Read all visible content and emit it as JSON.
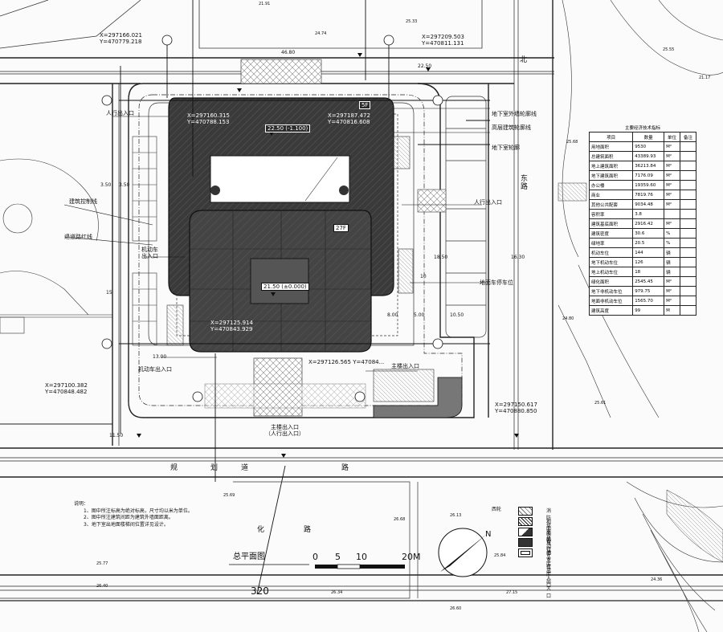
{
  "drawing": {
    "building_markers": {
      "levels_top": "5F",
      "levels_tower": "27F",
      "elevation_top": "22.50 (-1.100)",
      "elevation_main": "21.50 (±0.000)"
    },
    "coordinates": [
      "X=297166.021\nY=470779.218",
      "X=297209.503\nY=470811.131",
      "X=297160.315\nY=470788.153",
      "X=297187.472\nY=470816.608",
      "X=297125.914\nY=470843.929",
      "X=297100.382\nY=470848.482",
      "X=297150.617\nY=470880.850",
      "X=297126.565\nY=47084..."
    ],
    "callouts": {
      "underground_line": "地下室外墙轮廓线",
      "tower_line": "高层建筑轮廓线",
      "basement_line": "地下室轮廓",
      "building_line": "建筑控制线",
      "setback_line": "退道路红线",
      "ped_entry": "人行出入口",
      "motor_entry": "机动车出入口",
      "vehicle_entry": "机动车出入口",
      "main_entry": "主楼出入口\n（人行出入口）",
      "ground_parking": "地面车停车位",
      "ped_entry_right": "人行出入口",
      "motor_entry_left": "机动车\n出入口",
      "ramp_entry": "主楼出入口"
    },
    "dimensions": [
      "46.80",
      "3.50",
      "3.50",
      "18.50",
      "16.30",
      "8.00",
      "5.00",
      "10.50",
      "13.00",
      "15",
      "10",
      "11.50",
      "22.50"
    ],
    "spot_levels": [
      "21.91",
      "25.33",
      "24.74",
      "21.17",
      "25.55",
      "25.68",
      "24.80",
      "25.61",
      "26.68",
      "26.13",
      "26.34",
      "26.40",
      "25.69",
      "27.15",
      "26.60",
      "25.77",
      "25.84",
      "24.36"
    ],
    "road_labels": {
      "south_road_chars": [
        "规",
        "划",
        "道",
        "路"
      ],
      "north_road": "北",
      "east_road": "东\n路",
      "cultural_road": [
        "化",
        "路"
      ],
      "road_number": "320"
    },
    "plan_title": "总平面图",
    "scale_labels": [
      "0",
      "5",
      "10",
      "20M"
    ],
    "north_label": "N"
  },
  "tech_table": {
    "caption": "主要经济技术指标",
    "headers": [
      "项目",
      "数量",
      "单位",
      "备注"
    ],
    "rows": [
      [
        "用地面积",
        "9530",
        "M²",
        ""
      ],
      [
        "总建筑面积",
        "43389.93",
        "M²",
        ""
      ],
      [
        "地上建筑面积",
        "36213.84",
        "M²",
        ""
      ],
      [
        "地下建筑面积",
        "7176.09",
        "M²",
        ""
      ],
      [
        "办公楼",
        "19359.60",
        "M²",
        ""
      ],
      [
        "商业",
        "7819.76",
        "M²",
        ""
      ],
      [
        "其他公共配套",
        "9034.48",
        "M²",
        ""
      ],
      [
        "容积率",
        "3.8",
        "",
        ""
      ],
      [
        "建筑基底面积",
        "2916.42",
        "M²",
        ""
      ],
      [
        "建筑密度",
        "30.6",
        "%",
        ""
      ],
      [
        "绿地率",
        "20.5",
        "%",
        ""
      ],
      [
        "机动车位",
        "144",
        "辆",
        ""
      ],
      [
        "地下机动车位",
        "126",
        "辆",
        ""
      ],
      [
        "地上机动车位",
        "18",
        "辆",
        ""
      ],
      [
        "绿化面积",
        "2545.45",
        "M²",
        ""
      ],
      [
        "地下非机动车位",
        "979.75",
        "M²",
        ""
      ],
      [
        "地面非机动车位",
        "1565.70",
        "M²",
        ""
      ],
      [
        "建筑高度",
        "99",
        "M",
        ""
      ]
    ]
  },
  "notes": [
    "说明：",
    "1、图中所注标高为绝对标高，尺寸均以米为单位。",
    "2、图中所注建筑间距为建筑外墙面距离。",
    "3、地下室出地面楼梯间位置详见设计。"
  ],
  "legend": [
    {
      "swatch": "cross",
      "label": "消防登高面"
    },
    {
      "swatch": "hatch",
      "label": "地面停车位"
    },
    {
      "swatch": "half",
      "label": "非机动停车位"
    },
    {
      "swatch": "dark",
      "label": "自行车库出入口"
    },
    {
      "swatch": "box",
      "label": "地下车库出入口"
    }
  ],
  "legend_icon": "西轮"
}
